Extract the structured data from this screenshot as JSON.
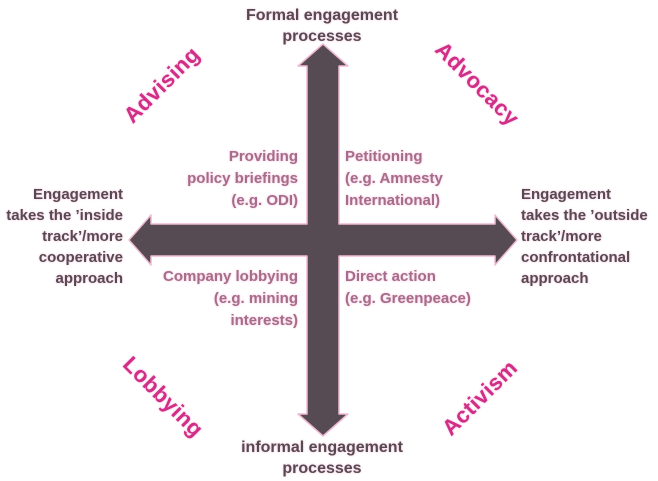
{
  "title": "Engagement approaches quadrant diagram",
  "colors": {
    "background": "#ffffff",
    "axis_cross": "#574b53",
    "axis_text": "#564a52",
    "corner_label": "#d02e87",
    "quadrant_text": "#a66c8b",
    "halo": "#f2b8d2"
  },
  "axes": {
    "top_label": "Formal engagement\nprocesses",
    "bottom_label": "informal engagement\nprocesses",
    "left_label": "Engagement\ntakes the ’inside\ntrack’/more\ncooperative\napproach",
    "right_label": "Engagement\ntakes the ’outside\ntrack’/more\nconfrontational\napproach"
  },
  "corner_labels": {
    "top_left": "Advising",
    "top_right": "Advocacy",
    "bottom_left": "Lobbying",
    "bottom_right": "Activism"
  },
  "quadrants": {
    "top_left": "Providing\npolicy briefings\n(e.g. ODI)",
    "top_right": "Petitioning\n(e.g. Amnesty\nInternational)",
    "bottom_left": "Company lobbying\n(e.g. mining\ninterests)",
    "bottom_right": "Direct action\n(e.g. Greenpeace)"
  }
}
